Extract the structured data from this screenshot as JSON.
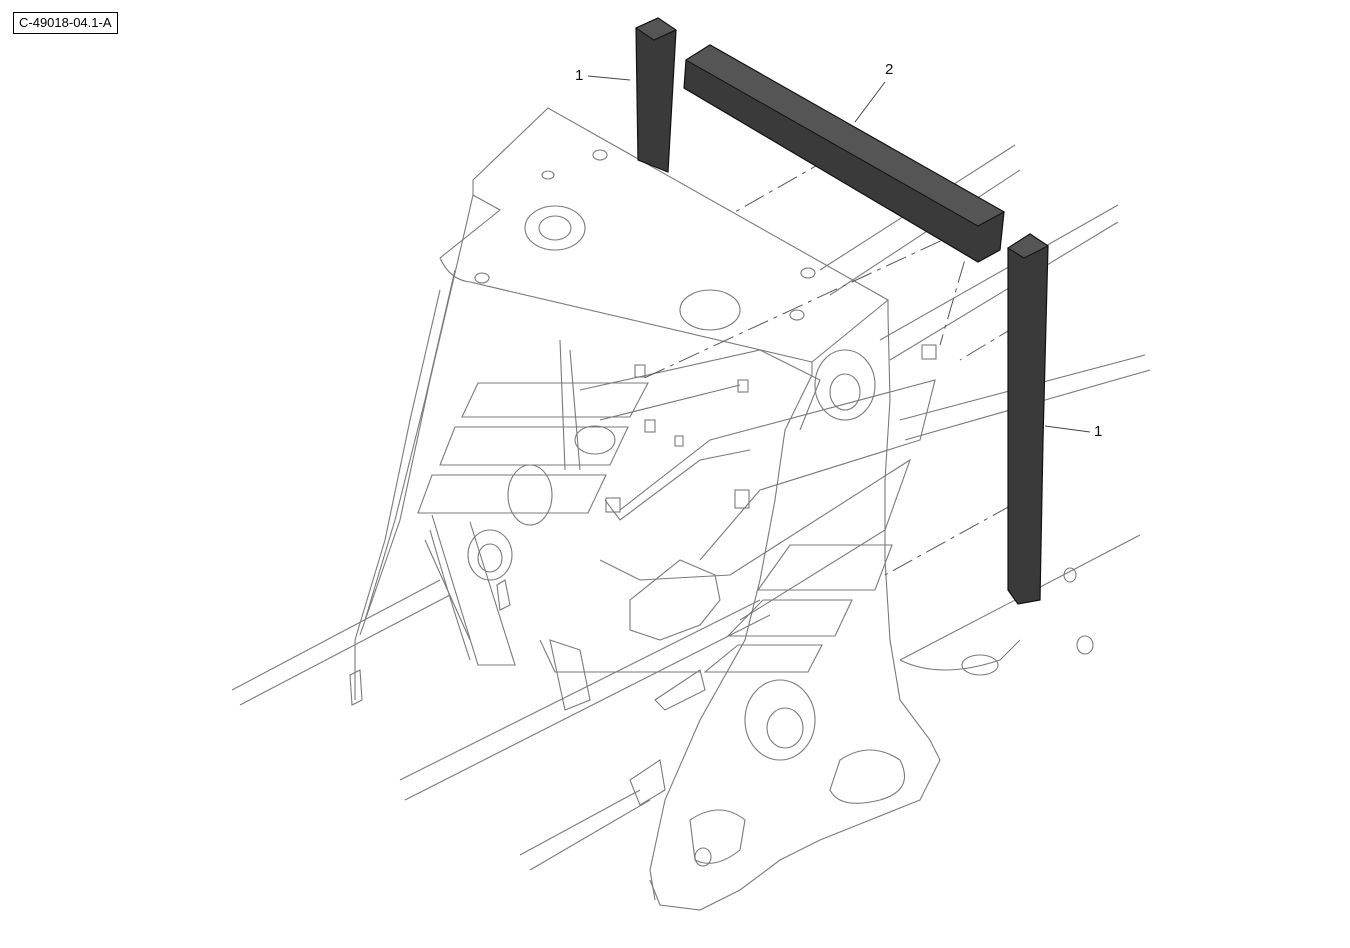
{
  "drawing_id": "C-49018-04.1-A",
  "callouts": {
    "item_1_top": "1",
    "item_2": "2",
    "item_1_right": "1"
  },
  "colors": {
    "line_art": "#7a7a7a",
    "part_fill": "#3a3a3a",
    "background": "#ffffff"
  }
}
